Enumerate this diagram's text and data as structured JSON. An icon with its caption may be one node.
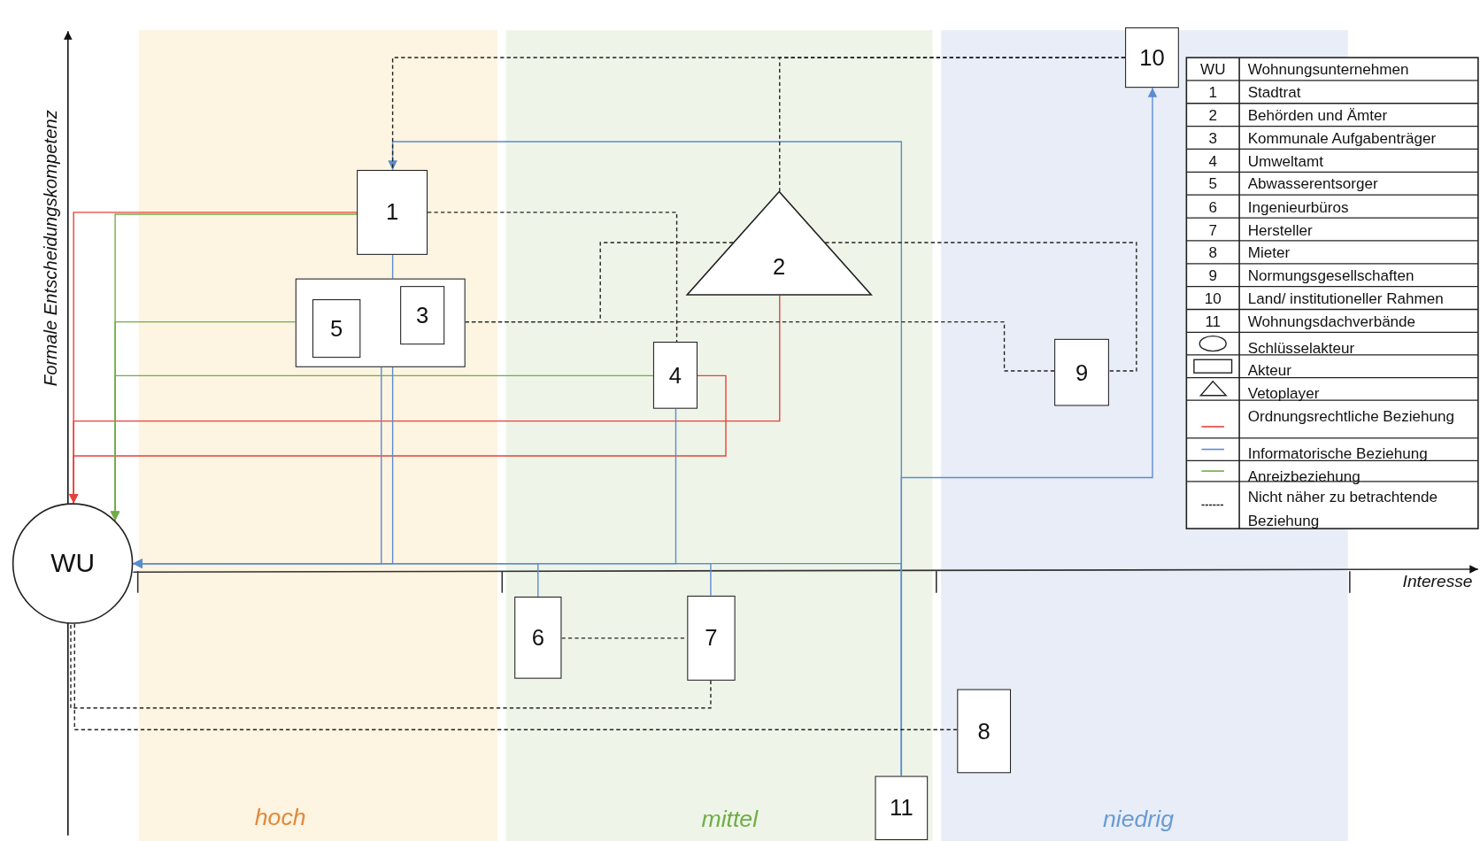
{
  "diagram": {
    "nodes": [
      {
        "text": [
          "WU"
        ]
      },
      {
        "text": [
          "10"
        ]
      },
      {
        "text": [
          "1"
        ]
      },
      {
        "text": [
          "2"
        ]
      },
      {
        "text": [],
        "shape": "box"
      },
      {
        "text": [
          "5"
        ],
        "in": 4
      },
      {
        "text": [
          "3"
        ],
        "in": 4
      },
      {
        "text": [
          "4"
        ]
      },
      {
        "text": [
          "9"
        ]
      },
      {
        "text": [
          "6"
        ]
      },
      {
        "text": [
          "7"
        ]
      },
      {
        "text": [
          "8"
        ]
      },
      {
        "text": [
          "11"
        ]
      }
    ],
    "edges": [
      {
        "from": 2,
        "to": 0,
        "arrow": "to",
        "color": "#e8403a"
      },
      {
        "from": 3,
        "to": 0,
        "arrow": "to",
        "color": "#e8403a"
      },
      {
        "from": 7,
        "to": 0,
        "arrow": "to",
        "color": "#e8403a"
      },
      {
        "from": 2,
        "to": 0,
        "arrow": "to",
        "color": "#70ad47"
      },
      {
        "from": 4,
        "to": 0,
        "arrow": "to",
        "color": "#70ad47"
      },
      {
        "from": 7,
        "to": 0,
        "arrow": "to",
        "color": "#70ad47"
      },
      {
        "from": 2,
        "to": 0,
        "arrow": "to",
        "color": "#5b8bd0"
      },
      {
        "from": 4,
        "to": 0,
        "arrow": "to",
        "color": "#5b8bd0"
      },
      {
        "from": 7,
        "to": 0,
        "arrow": "to",
        "color": "#5b8bd0"
      },
      {
        "from": 9,
        "to": 0,
        "arrow": "to",
        "color": "#5b8bd0"
      },
      {
        "from": 10,
        "to": 0,
        "arrow": "to",
        "color": "#5b8bd0"
      },
      {
        "from": 12,
        "to": 0,
        "arrow": "to",
        "color": "#5b8bd0"
      },
      {
        "from": 12,
        "to": 2,
        "arrow": "to",
        "color": "#5b8bd0"
      },
      {
        "from": 12,
        "to": 1,
        "arrow": "to",
        "color": "#5b8bd0"
      },
      {
        "from": 1,
        "to": 2,
        "arrow": "none",
        "style": "dashed"
      },
      {
        "from": 1,
        "to": 3,
        "arrow": "none",
        "style": "dashed"
      },
      {
        "from": 2,
        "to": 7,
        "arrow": "none",
        "style": "dashed"
      },
      {
        "from": 4,
        "to": 8,
        "arrow": "none",
        "style": "dashed"
      },
      {
        "from": 3,
        "to": 4,
        "arrow": "none",
        "style": "dashed"
      },
      {
        "from": 3,
        "to": 8,
        "arrow": "none",
        "style": "dashed"
      },
      {
        "from": 9,
        "to": 10,
        "arrow": "none",
        "style": "dashed"
      },
      {
        "from": 10,
        "to": 0,
        "arrow": "none",
        "style": "dashed"
      },
      {
        "from": 11,
        "to": 0,
        "arrow": "none",
        "style": "dashed"
      }
    ],
    "labels": [
      "Formale Entscheidungskompetenz",
      "WU",
      "Wohnungsunternehmen",
      "1",
      "Stadtrat",
      "2",
      "Behörden und Ämter",
      "3",
      "Kommunale Aufgabenträger",
      "4",
      "Umweltamt",
      "5",
      "Abwasserentsorger",
      "6",
      "Ingenieurbüros",
      "7",
      "Hersteller",
      "8",
      "Mieter",
      "9",
      "Normungsgesellschaften",
      "10",
      "Land/ institutioneller Rahmen",
      "11",
      "Wohnungsdachverbände",
      "Interesse",
      "hoch",
      "mittel",
      "niedrig"
    ],
    "legend": [
      {
        "text": "Schlüsselakteur"
      },
      {
        "text": "Akteur"
      },
      {
        "text": "Vetoplayer"
      },
      {
        "text": "Ordnungsrechtliche Beziehung"
      },
      {
        "text": "Informatorische Beziehung"
      },
      {
        "text": "Anreizbeziehung"
      },
      {
        "text": "Nicht näher zu betrachtende Beziehung"
      }
    ]
  }
}
